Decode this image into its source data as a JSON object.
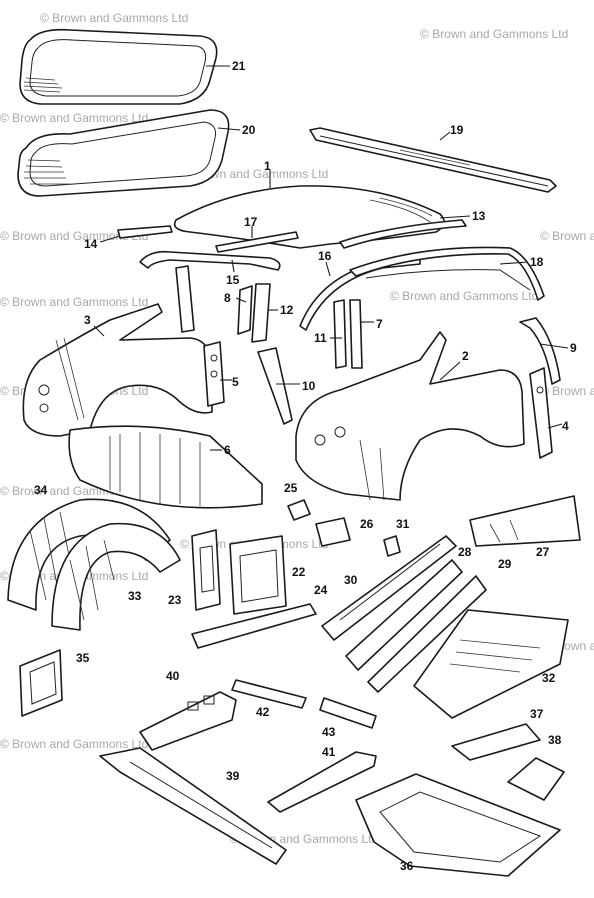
{
  "watermark": {
    "text": "© Brown and Gammons Ltd",
    "color": "#a8a8a8"
  },
  "callouts": [
    {
      "id": "1",
      "label": "1"
    },
    {
      "id": "2",
      "label": "2"
    },
    {
      "id": "3",
      "label": "3"
    },
    {
      "id": "4",
      "label": "4"
    },
    {
      "id": "5",
      "label": "5"
    },
    {
      "id": "6",
      "label": "6"
    },
    {
      "id": "7",
      "label": "7"
    },
    {
      "id": "8",
      "label": "8"
    },
    {
      "id": "9",
      "label": "9"
    },
    {
      "id": "10",
      "label": "10"
    },
    {
      "id": "11",
      "label": "11"
    },
    {
      "id": "12",
      "label": "12"
    },
    {
      "id": "13",
      "label": "13"
    },
    {
      "id": "14",
      "label": "14"
    },
    {
      "id": "15",
      "label": "15"
    },
    {
      "id": "16",
      "label": "16"
    },
    {
      "id": "17",
      "label": "17"
    },
    {
      "id": "18",
      "label": "18"
    },
    {
      "id": "19",
      "label": "19"
    },
    {
      "id": "20",
      "label": "20"
    },
    {
      "id": "21",
      "label": "21"
    },
    {
      "id": "22",
      "label": "22"
    },
    {
      "id": "23",
      "label": "23"
    },
    {
      "id": "24",
      "label": "24"
    },
    {
      "id": "25",
      "label": "25"
    },
    {
      "id": "26",
      "label": "26"
    },
    {
      "id": "27",
      "label": "27"
    },
    {
      "id": "28",
      "label": "28"
    },
    {
      "id": "29",
      "label": "29"
    },
    {
      "id": "30",
      "label": "30"
    },
    {
      "id": "31",
      "label": "31"
    },
    {
      "id": "32",
      "label": "32"
    },
    {
      "id": "33",
      "label": "33"
    },
    {
      "id": "34",
      "label": "34"
    },
    {
      "id": "35",
      "label": "35"
    },
    {
      "id": "36",
      "label": "36"
    },
    {
      "id": "37",
      "label": "37"
    },
    {
      "id": "38",
      "label": "38"
    },
    {
      "id": "39",
      "label": "39"
    },
    {
      "id": "40",
      "label": "40"
    },
    {
      "id": "41",
      "label": "41"
    },
    {
      "id": "42",
      "label": "42"
    },
    {
      "id": "43",
      "label": "43"
    }
  ]
}
